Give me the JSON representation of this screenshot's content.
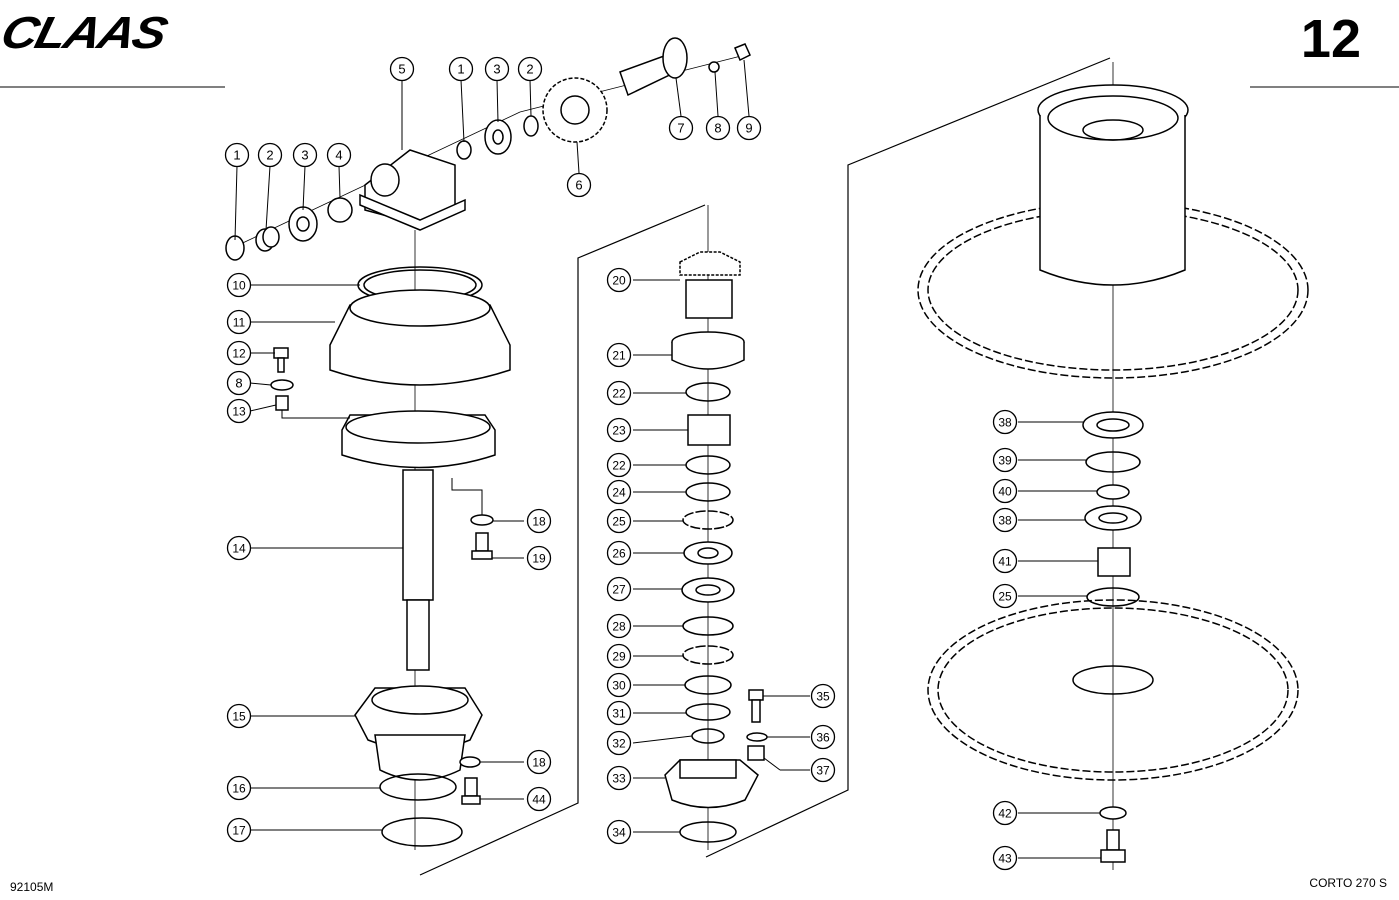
{
  "header": {
    "brand": "CLAAS",
    "page_number": "12"
  },
  "footer": {
    "diagram_code": "92105M",
    "model": "CORTO 270 S"
  },
  "callouts": [
    {
      "id": "c01",
      "label": "1"
    },
    {
      "id": "c02",
      "label": "2"
    },
    {
      "id": "c03",
      "label": "3"
    },
    {
      "id": "c04",
      "label": "4"
    },
    {
      "id": "c05",
      "label": "5"
    },
    {
      "id": "c06",
      "label": "1"
    },
    {
      "id": "c07",
      "label": "3"
    },
    {
      "id": "c08",
      "label": "2"
    },
    {
      "id": "c09",
      "label": "6"
    },
    {
      "id": "c10",
      "label": "7"
    },
    {
      "id": "c11",
      "label": "8"
    },
    {
      "id": "c12",
      "label": "9"
    },
    {
      "id": "c13",
      "label": "10"
    },
    {
      "id": "c14",
      "label": "11"
    },
    {
      "id": "c15",
      "label": "12"
    },
    {
      "id": "c16",
      "label": "8"
    },
    {
      "id": "c17",
      "label": "13"
    },
    {
      "id": "c18",
      "label": "14"
    },
    {
      "id": "c19",
      "label": "18"
    },
    {
      "id": "c20",
      "label": "19"
    },
    {
      "id": "c21",
      "label": "15"
    },
    {
      "id": "c22",
      "label": "18"
    },
    {
      "id": "c23",
      "label": "16"
    },
    {
      "id": "c24",
      "label": "44"
    },
    {
      "id": "c25",
      "label": "17"
    },
    {
      "id": "c26",
      "label": "20"
    },
    {
      "id": "c27",
      "label": "21"
    },
    {
      "id": "c28",
      "label": "22"
    },
    {
      "id": "c29",
      "label": "23"
    },
    {
      "id": "c30",
      "label": "22"
    },
    {
      "id": "c31",
      "label": "24"
    },
    {
      "id": "c32",
      "label": "25"
    },
    {
      "id": "c33",
      "label": "26"
    },
    {
      "id": "c34",
      "label": "27"
    },
    {
      "id": "c35",
      "label": "28"
    },
    {
      "id": "c36",
      "label": "29"
    },
    {
      "id": "c37",
      "label": "30"
    },
    {
      "id": "c38",
      "label": "31"
    },
    {
      "id": "c39",
      "label": "32"
    },
    {
      "id": "c40",
      "label": "33"
    },
    {
      "id": "c41",
      "label": "34"
    },
    {
      "id": "c42",
      "label": "35"
    },
    {
      "id": "c43",
      "label": "36"
    },
    {
      "id": "c44",
      "label": "37"
    },
    {
      "id": "c45",
      "label": "38"
    },
    {
      "id": "c46",
      "label": "39"
    },
    {
      "id": "c47",
      "label": "40"
    },
    {
      "id": "c48",
      "label": "38"
    },
    {
      "id": "c49",
      "label": "41"
    },
    {
      "id": "c50",
      "label": "25"
    },
    {
      "id": "c51",
      "label": "42"
    },
    {
      "id": "c52",
      "label": "43"
    }
  ]
}
